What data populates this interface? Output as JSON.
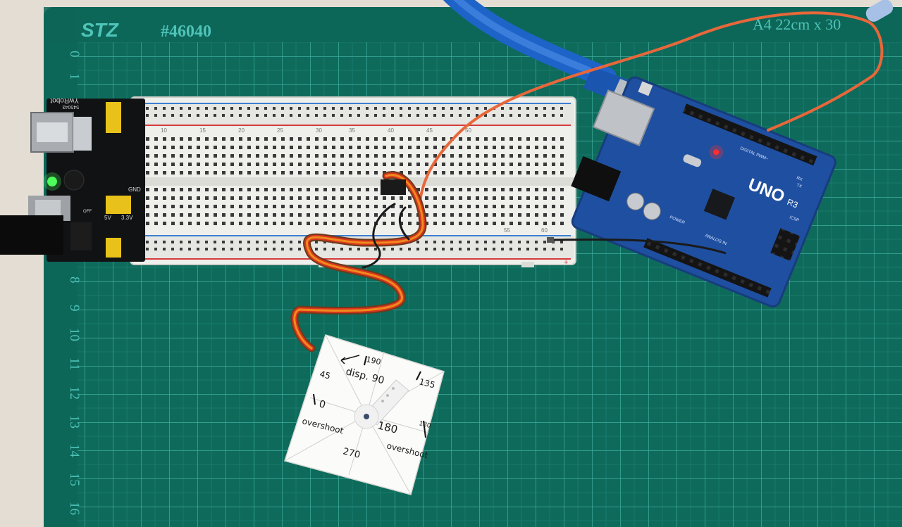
{
  "mat": {
    "brand": "STZ",
    "model": "#46040",
    "size_label": "A4 22cm x 30",
    "ruler_top": [
      "0",
      "1"
    ],
    "ruler_left": [
      "8",
      "9",
      "10",
      "11",
      "12",
      "13",
      "14",
      "15",
      "16"
    ],
    "color": "#0d6f5f",
    "grid_color": "#4fc4b8"
  },
  "breadboard": {
    "column_labels": [
      "10",
      "15",
      "20",
      "25",
      "30",
      "35",
      "40",
      "45",
      "50",
      "55",
      "60"
    ],
    "rail_plus": "+"
  },
  "power_module": {
    "brand": "YwRobot",
    "model": "545043",
    "labels": [
      "GND",
      "5V",
      "3.3V",
      "OFF"
    ]
  },
  "arduino": {
    "name": "UNO",
    "revision": "R3",
    "labels": [
      "DIGITAL PWM~",
      "POWER",
      "ANALOG IN",
      "RX",
      "TX",
      "ICSP"
    ],
    "color": "#1f4fa0"
  },
  "dial": {
    "labels": [
      "190",
      "disp. 90",
      "135",
      "45",
      "0",
      "overshoot",
      "180",
      "180",
      "overshoot",
      "270"
    ]
  }
}
